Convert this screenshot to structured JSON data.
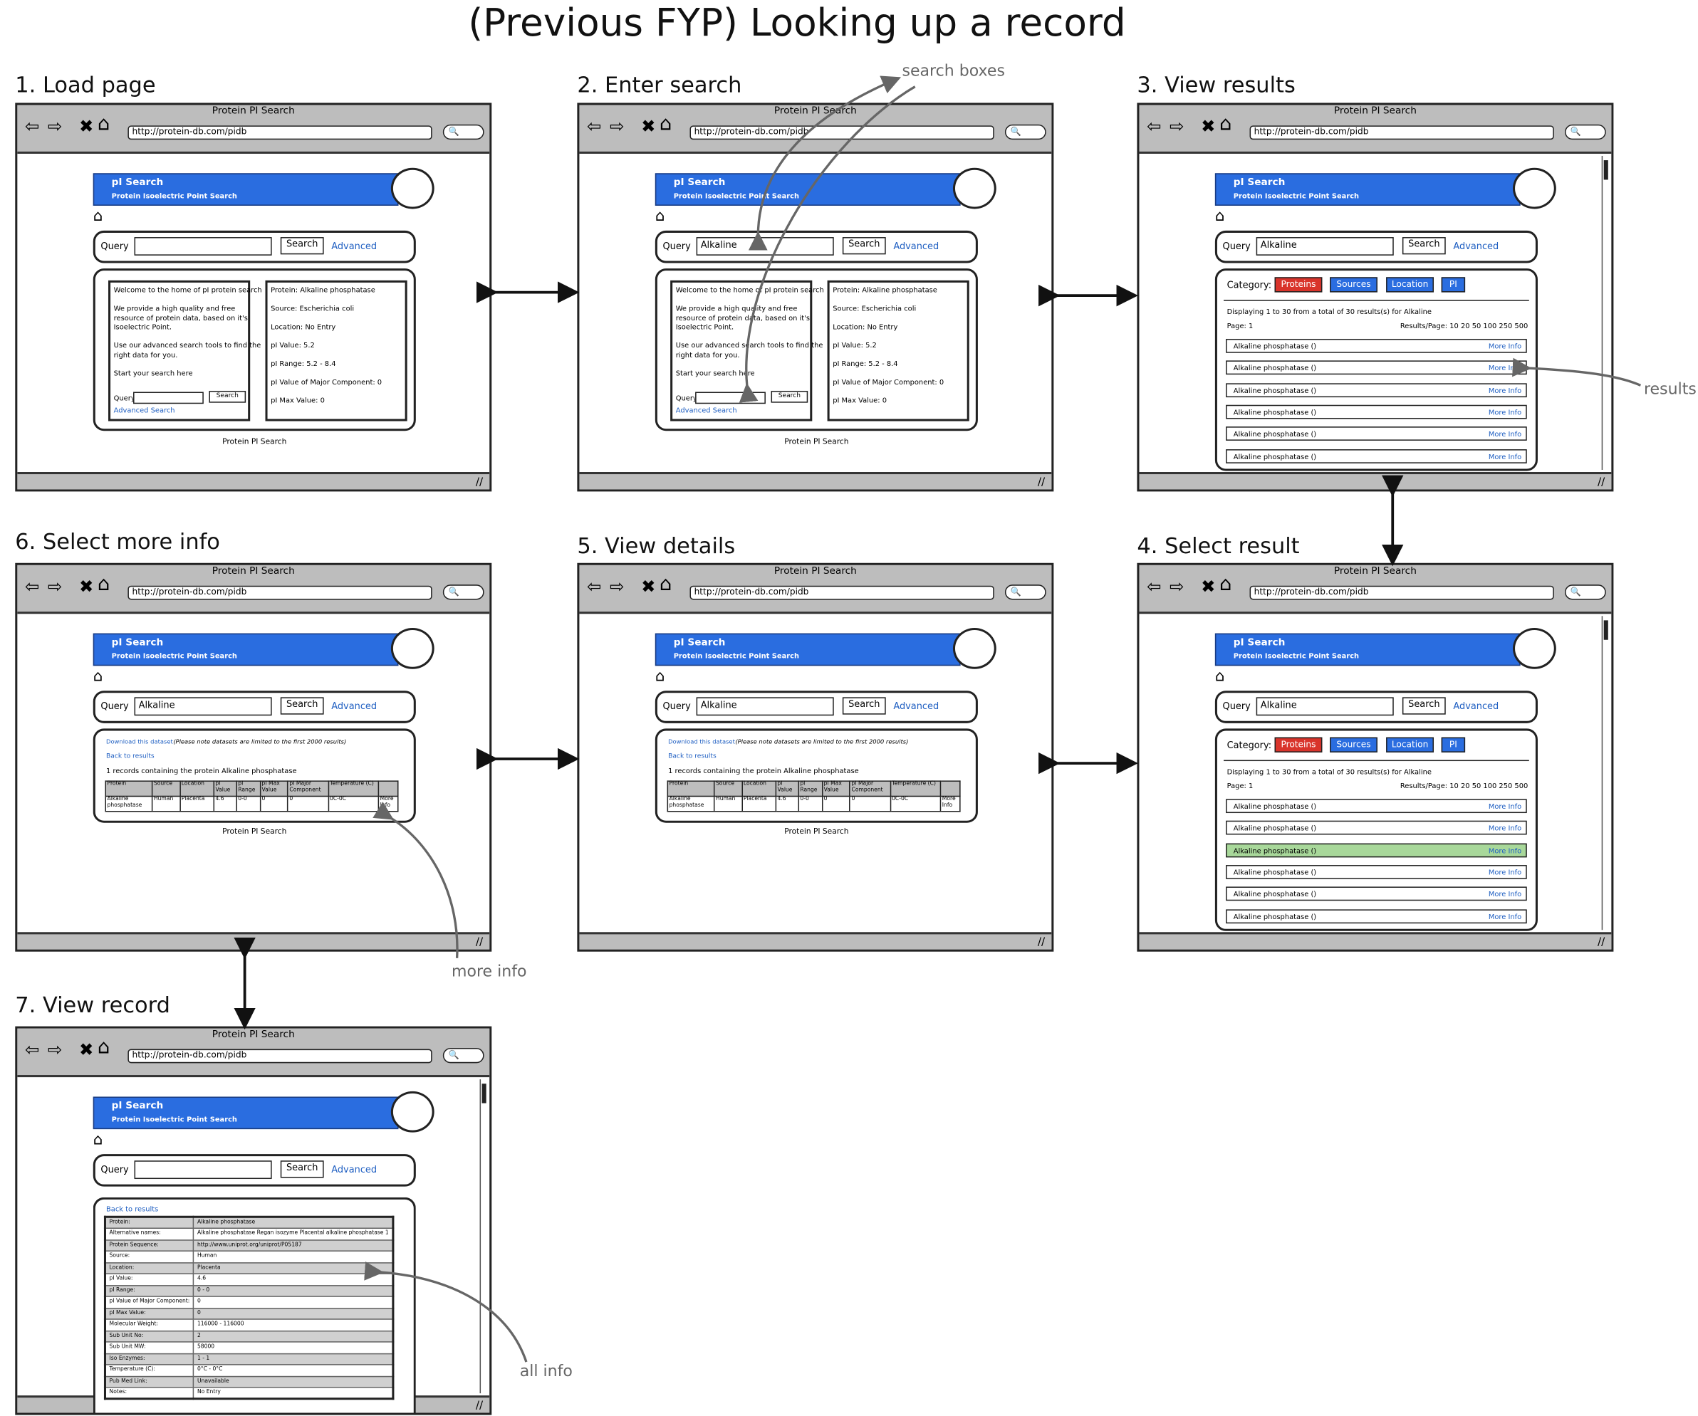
{
  "title": "(Previous FYP) Looking up a record",
  "browser": {
    "window_title": "Protein PI Search",
    "url": "http://protein-db.com/pidb",
    "search_glyph": "🔍",
    "grip": "//"
  },
  "site": {
    "banner_title": "pI Search",
    "banner_subtitle": "Protein Isoelectric Point Search",
    "query_label": "Query",
    "search_button": "Search",
    "advanced_link": "Advanced",
    "footer": "Protein PI Search",
    "query_value": "Alkaline"
  },
  "home_panel": {
    "intro": [
      "Welcome to the home of pI protein search",
      "",
      "We provide a high quality and free",
      "resource of protein data, based on it's",
      "Isoelectric Point.",
      "",
      "Use our advanced search tools to find the",
      "right data for you.",
      "",
      "Start your search here"
    ],
    "small_query_label": "Query",
    "small_search_button": "Search",
    "advanced_search_link": "Advanced Search",
    "sample": [
      "Protein: Alkaline phosphatase",
      "",
      "Source: Escherichia coli",
      "",
      "Location: No Entry",
      "",
      "pI Value: 5.2",
      "",
      "pI Range: 5.2 - 8.4",
      "",
      "pI Value of Major Component: 0",
      "",
      "pI Max Value: 0"
    ]
  },
  "results": {
    "category_label": "Category:",
    "categories": [
      {
        "label": "Proteins",
        "color": "#d9342b"
      },
      {
        "label": "Sources",
        "color": "#2a6de0"
      },
      {
        "label": "Location",
        "color": "#2a6de0"
      },
      {
        "label": "PI",
        "color": "#2a6de0"
      }
    ],
    "displaying": "Displaying 1 to 30 from a total of 30 results(s) for Alkaline",
    "page": "Page: 1",
    "per_page": "Results/Page: 10 20 50 100 250 500",
    "row_name": "Alkaline phosphatase ()",
    "more_info": "More Info",
    "highlight_color": "#a8d89a"
  },
  "details": {
    "download": "Download this dataset",
    "note": "(Please note datasets are limited to the first 2000 results)",
    "back": "Back to results",
    "summary": "1 records containing the protein Alkaline phosphatase",
    "headers": [
      "Protein",
      "Source",
      "Location",
      "pI Value",
      "pI Range",
      "pI Max Value",
      "pI Major Component",
      "Temperature (C)",
      ""
    ],
    "row": [
      "Alkaline phosphatase",
      "Human",
      "Placenta",
      "4.6",
      "0-0",
      "0",
      "0",
      "0C-0C",
      "More Info"
    ]
  },
  "record": {
    "back": "Back to results",
    "fields": [
      [
        "Protein:",
        "Alkaline phosphatase"
      ],
      [
        "Alternative names:",
        "Alkaline phosphatase Regan isozyme Placental alkaline phosphatase 1"
      ],
      [
        "Protein Sequence:",
        "http://www.uniprot.org/uniprot/P05187"
      ],
      [
        "Source:",
        "Human"
      ],
      [
        "Location:",
        "Placenta"
      ],
      [
        "pI Value:",
        "4.6"
      ],
      [
        "pI Range:",
        "0 - 0"
      ],
      [
        "pI Value of Major Component:",
        "0"
      ],
      [
        "pI Max Value:",
        "0"
      ],
      [
        "Molecular Weight:",
        "116000 - 116000"
      ],
      [
        "Sub Unit No:",
        "2"
      ],
      [
        "Sub Unit MW:",
        "58000"
      ],
      [
        "Iso Enzymes:",
        "1 - 1"
      ],
      [
        "Temperature (C):",
        "0°C - 0°C"
      ],
      [
        "Pub Med Link:",
        "Unavailable"
      ],
      [
        "Notes:",
        "No Entry"
      ]
    ]
  },
  "steps": [
    {
      "label": "1. Load page"
    },
    {
      "label": "2. Enter search"
    },
    {
      "label": "3. View results"
    },
    {
      "label": "4. Select result"
    },
    {
      "label": "5. View details"
    },
    {
      "label": "6. Select more info"
    },
    {
      "label": "7. View record"
    }
  ],
  "annotations": {
    "search_boxes": "search boxes",
    "results": "results",
    "more_info": "more info",
    "all_info": "all info"
  },
  "colors": {
    "banner": "#2a6de0",
    "chrome": "#bdbdbd",
    "link": "#1f5fc2",
    "arrow": "#666666"
  }
}
